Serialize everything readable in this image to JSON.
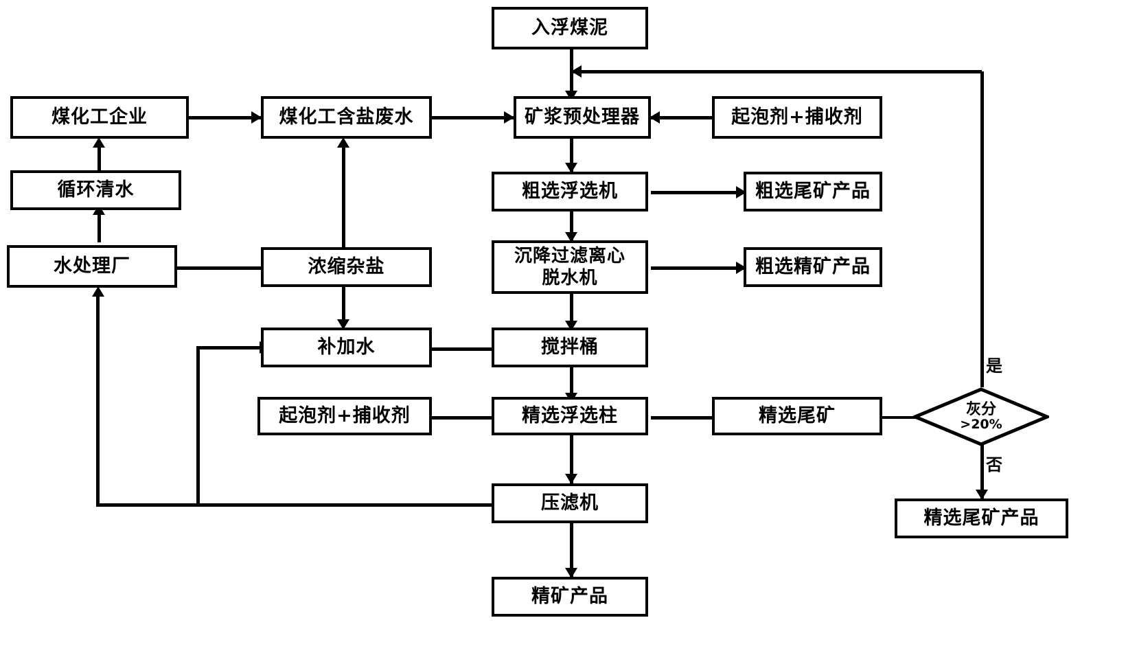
{
  "diagram": {
    "type": "process-flowchart",
    "title_visible": false,
    "language": "zh-CN",
    "colors": {
      "stroke": "#000000",
      "fill": "#ffffff",
      "background": "#ffffff"
    },
    "nodes": [
      {
        "id": "feed_slurry",
        "label": "入浮煤泥",
        "shape": "rect"
      },
      {
        "id": "coal_chem_company",
        "label": "煤化工企业",
        "shape": "rect"
      },
      {
        "id": "saline_wastewater",
        "label": "煤化工含盐废水",
        "shape": "rect"
      },
      {
        "id": "slurry_pretreater",
        "label": "矿浆预处理器",
        "shape": "rect"
      },
      {
        "id": "reagent_rougher",
        "label": "起泡剂+捕收剂",
        "shape": "rect"
      },
      {
        "id": "recycle_clean_water",
        "label": "循环清水",
        "shape": "rect"
      },
      {
        "id": "rougher_flotation",
        "label": "粗选浮选机",
        "shape": "rect"
      },
      {
        "id": "rougher_tailings",
        "label": "粗选尾矿产品",
        "shape": "rect"
      },
      {
        "id": "water_treatment",
        "label": "水处理厂",
        "shape": "rect"
      },
      {
        "id": "concentrated_salt",
        "label": "浓缩杂盐",
        "shape": "rect"
      },
      {
        "id": "centrifuge",
        "label": "沉降过滤离心\n脱水机",
        "label_line1": "沉降过滤离心",
        "label_line2": "脱水机",
        "shape": "rect"
      },
      {
        "id": "rougher_concentrate",
        "label": "粗选精矿产品",
        "shape": "rect"
      },
      {
        "id": "makeup_water",
        "label": "补加水",
        "shape": "rect"
      },
      {
        "id": "agitation_tank",
        "label": "搅拌桶",
        "shape": "rect"
      },
      {
        "id": "reagent_cleaner",
        "label": "起泡剂+捕收剂",
        "shape": "rect"
      },
      {
        "id": "cleaner_column",
        "label": "精选浮选柱",
        "shape": "rect"
      },
      {
        "id": "cleaner_tailings",
        "label": "精选尾矿",
        "shape": "rect"
      },
      {
        "id": "ash_decision",
        "label_line1": "灰分",
        "label_line2": ">20%",
        "shape": "diamond"
      },
      {
        "id": "filter_press",
        "label": "压滤机",
        "shape": "rect"
      },
      {
        "id": "cleaner_tail_prod",
        "label": "精选尾矿产品",
        "shape": "rect"
      },
      {
        "id": "concentrate_product",
        "label": "精矿产品",
        "shape": "rect"
      }
    ],
    "edge_labels": {
      "yes": "是",
      "no": "否"
    },
    "edges": [
      {
        "from": "feed_slurry",
        "to": "slurry_pretreater",
        "label": ""
      },
      {
        "from": "coal_chem_company",
        "to": "saline_wastewater",
        "label": ""
      },
      {
        "from": "saline_wastewater",
        "to": "slurry_pretreater",
        "label": ""
      },
      {
        "from": "reagent_rougher",
        "to": "slurry_pretreater",
        "label": ""
      },
      {
        "from": "recycle_clean_water",
        "to": "coal_chem_company",
        "label": ""
      },
      {
        "from": "water_treatment",
        "to": "recycle_clean_water",
        "label": ""
      },
      {
        "from": "water_treatment",
        "to": "concentrated_salt",
        "label": ""
      },
      {
        "from": "concentrated_salt",
        "to": "saline_wastewater",
        "label": ""
      },
      {
        "from": "concentrated_salt",
        "to": "makeup_water",
        "label": ""
      },
      {
        "from": "slurry_pretreater",
        "to": "rougher_flotation",
        "label": ""
      },
      {
        "from": "rougher_flotation",
        "to": "rougher_tailings",
        "label": ""
      },
      {
        "from": "rougher_flotation",
        "to": "centrifuge",
        "label": ""
      },
      {
        "from": "centrifuge",
        "to": "rougher_concentrate",
        "label": ""
      },
      {
        "from": "centrifuge",
        "to": "agitation_tank",
        "label": ""
      },
      {
        "from": "makeup_water",
        "to": "agitation_tank",
        "label": ""
      },
      {
        "from": "agitation_tank",
        "to": "cleaner_column",
        "label": ""
      },
      {
        "from": "reagent_cleaner",
        "to": "cleaner_column",
        "label": ""
      },
      {
        "from": "cleaner_column",
        "to": "cleaner_tailings",
        "label": ""
      },
      {
        "from": "cleaner_column",
        "to": "filter_press",
        "label": ""
      },
      {
        "from": "cleaner_tailings",
        "to": "ash_decision",
        "label": ""
      },
      {
        "from": "ash_decision",
        "to": "slurry_pretreater",
        "label": "是"
      },
      {
        "from": "ash_decision",
        "to": "cleaner_tail_prod",
        "label": "否"
      },
      {
        "from": "filter_press",
        "to": "concentrate_product",
        "label": ""
      },
      {
        "from": "filter_press",
        "to": "water_treatment",
        "label": ""
      },
      {
        "from": "filter_press",
        "to": "makeup_water",
        "label": ""
      }
    ]
  }
}
